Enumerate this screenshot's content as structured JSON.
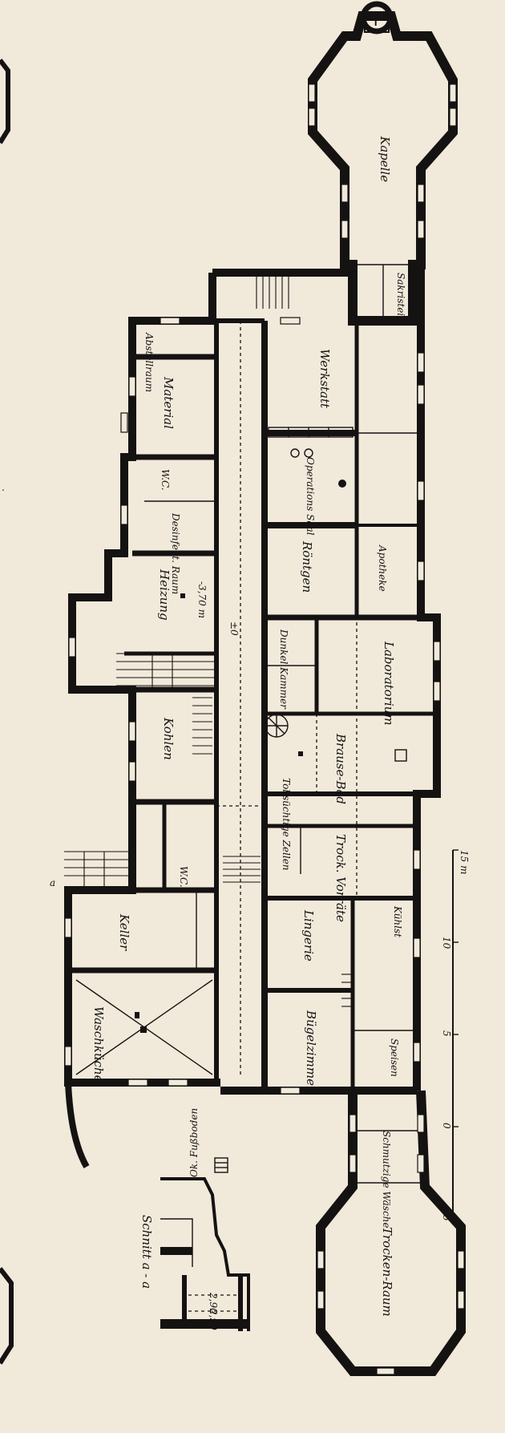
{
  "rooms": {
    "kapelle": "Kapelle",
    "sakristei": "Sakristei",
    "werkstatt": "Werkstatt",
    "operation_saal": "Operations Saal",
    "rontgen": "Röntgen",
    "apotheke": "Apotheke",
    "dunkel_kammer": "Dunkel Kammer",
    "laboratorium": "Laboratorium",
    "brause_bad": "Brause-Bad",
    "tobsuechtige_zellen": "Tobsüchtige Zellen",
    "trock_vorrate": "Trock. Vorräte",
    "kuhlraum": "Kühlst",
    "lingerie": "Lingerie",
    "bugelzimmer": "Bügelzimmer",
    "speisekammer": "Speisen",
    "schmutzige_waesche": "Schmutzige Wäsche",
    "trocken_raum": "Trocken-Raum",
    "abstellraum": "Abstellraum",
    "material": "Material",
    "wc_1": "W.C.",
    "desinfekt_raum": "Desinfekt. Raum",
    "heizung": "Heizung",
    "kohlen": "Kohlen",
    "wc_2": "W.C.",
    "keller": "Keller",
    "waschkuche": "Waschküche"
  },
  "levels": {
    "minus": "-3,70 m",
    "zero": "±0"
  },
  "section": {
    "title": "Schnitt a - a",
    "marker": "a",
    "fussboden": "Ok. Fußboden",
    "dim_1": "2,90",
    "dim_2": "2,90"
  },
  "scale": {
    "unit": "15 m",
    "ticks": [
      "15",
      "10",
      "5",
      "0",
      "5"
    ]
  }
}
